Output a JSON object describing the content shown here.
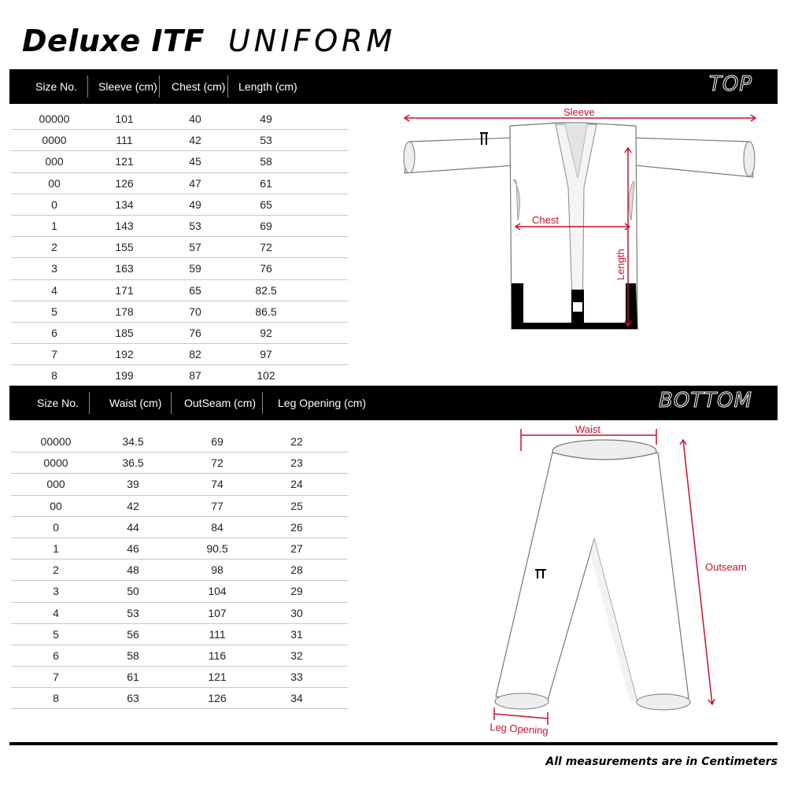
{
  "title": {
    "bold": "Deluxe ITF",
    "light": "UNIFORM"
  },
  "top": {
    "section_label": "TOP",
    "headers": [
      "Size No.",
      "Sleeve (cm)",
      "Chest (cm)",
      "Length (cm)"
    ],
    "rows": [
      [
        "00000",
        "101",
        "40",
        "49"
      ],
      [
        "0000",
        "111",
        "42",
        "53"
      ],
      [
        "000",
        "121",
        "45",
        "58"
      ],
      [
        "00",
        "126",
        "47",
        "61"
      ],
      [
        "0",
        "134",
        "49",
        "65"
      ],
      [
        "1",
        "143",
        "53",
        "69"
      ],
      [
        "2",
        "155",
        "57",
        "72"
      ],
      [
        "3",
        "163",
        "59",
        "76"
      ],
      [
        "4",
        "171",
        "65",
        "82.5"
      ],
      [
        "5",
        "178",
        "70",
        "86.5"
      ],
      [
        "6",
        "185",
        "76",
        "92"
      ],
      [
        "7",
        "192",
        "82",
        "97"
      ],
      [
        "8",
        "199",
        "87",
        "102"
      ]
    ],
    "diagram_labels": {
      "sleeve": "Sleeve",
      "chest": "Chest",
      "length": "Length"
    }
  },
  "bottom": {
    "section_label": "BOTTOM",
    "headers": [
      "Size No.",
      "Waist (cm)",
      "OutSeam (cm)",
      "Leg Opening (cm)"
    ],
    "rows": [
      [
        "00000",
        "34.5",
        "69",
        "22"
      ],
      [
        "0000",
        "36.5",
        "72",
        "23"
      ],
      [
        "000",
        "39",
        "74",
        "24"
      ],
      [
        "00",
        "42",
        "77",
        "25"
      ],
      [
        "0",
        "44",
        "84",
        "26"
      ],
      [
        "1",
        "46",
        "90.5",
        "27"
      ],
      [
        "2",
        "48",
        "98",
        "28"
      ],
      [
        "3",
        "50",
        "104",
        "29"
      ],
      [
        "4",
        "53",
        "107",
        "30"
      ],
      [
        "5",
        "56",
        "111",
        "31"
      ],
      [
        "6",
        "58",
        "116",
        "32"
      ],
      [
        "7",
        "61",
        "121",
        "33"
      ],
      [
        "8",
        "63",
        "126",
        "34"
      ]
    ],
    "diagram_labels": {
      "waist": "Waist",
      "outseam": "Outseam",
      "leg_opening": "Leg Opening"
    }
  },
  "footnote": "All measurements are in Centimeters",
  "colors": {
    "measure_red": "#c8102e",
    "bar_black": "#000000"
  }
}
